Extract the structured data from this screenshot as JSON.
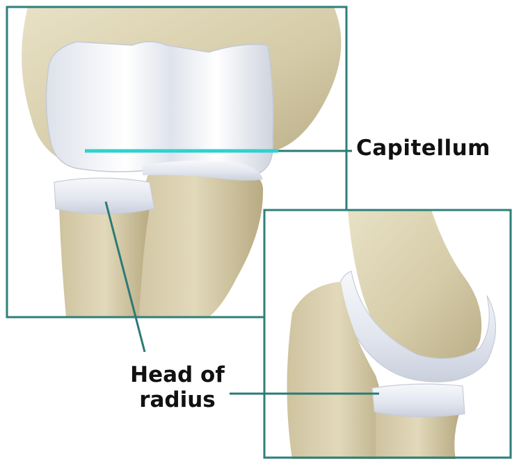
{
  "labels": {
    "capitellum": "Capitellum",
    "head_of_radius_line1": "Head of",
    "head_of_radius_line2": "radius"
  },
  "colors": {
    "frame": "#2e7f7a",
    "leader_line": "#2a7a75",
    "capitellum_highlight": "#2fd0cf",
    "bone": "#d9d1b2",
    "cartilage": "#e6e9ef",
    "background": "#ffffff"
  }
}
